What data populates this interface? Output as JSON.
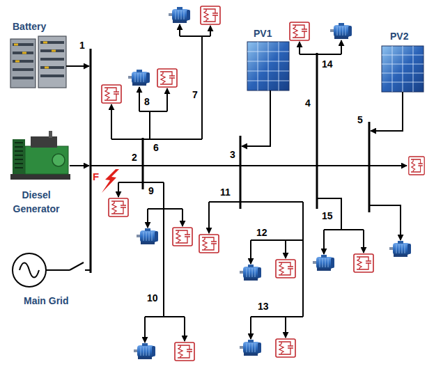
{
  "diagram": {
    "labels": [
      "Battery",
      "1",
      "Diesel Generator",
      "Main Grid",
      "F",
      "2",
      "6",
      "8",
      "7",
      "9",
      "10",
      "PV1",
      "3",
      "11",
      "12",
      "13",
      "4",
      "14",
      "15",
      "PV2",
      "5"
    ]
  }
}
